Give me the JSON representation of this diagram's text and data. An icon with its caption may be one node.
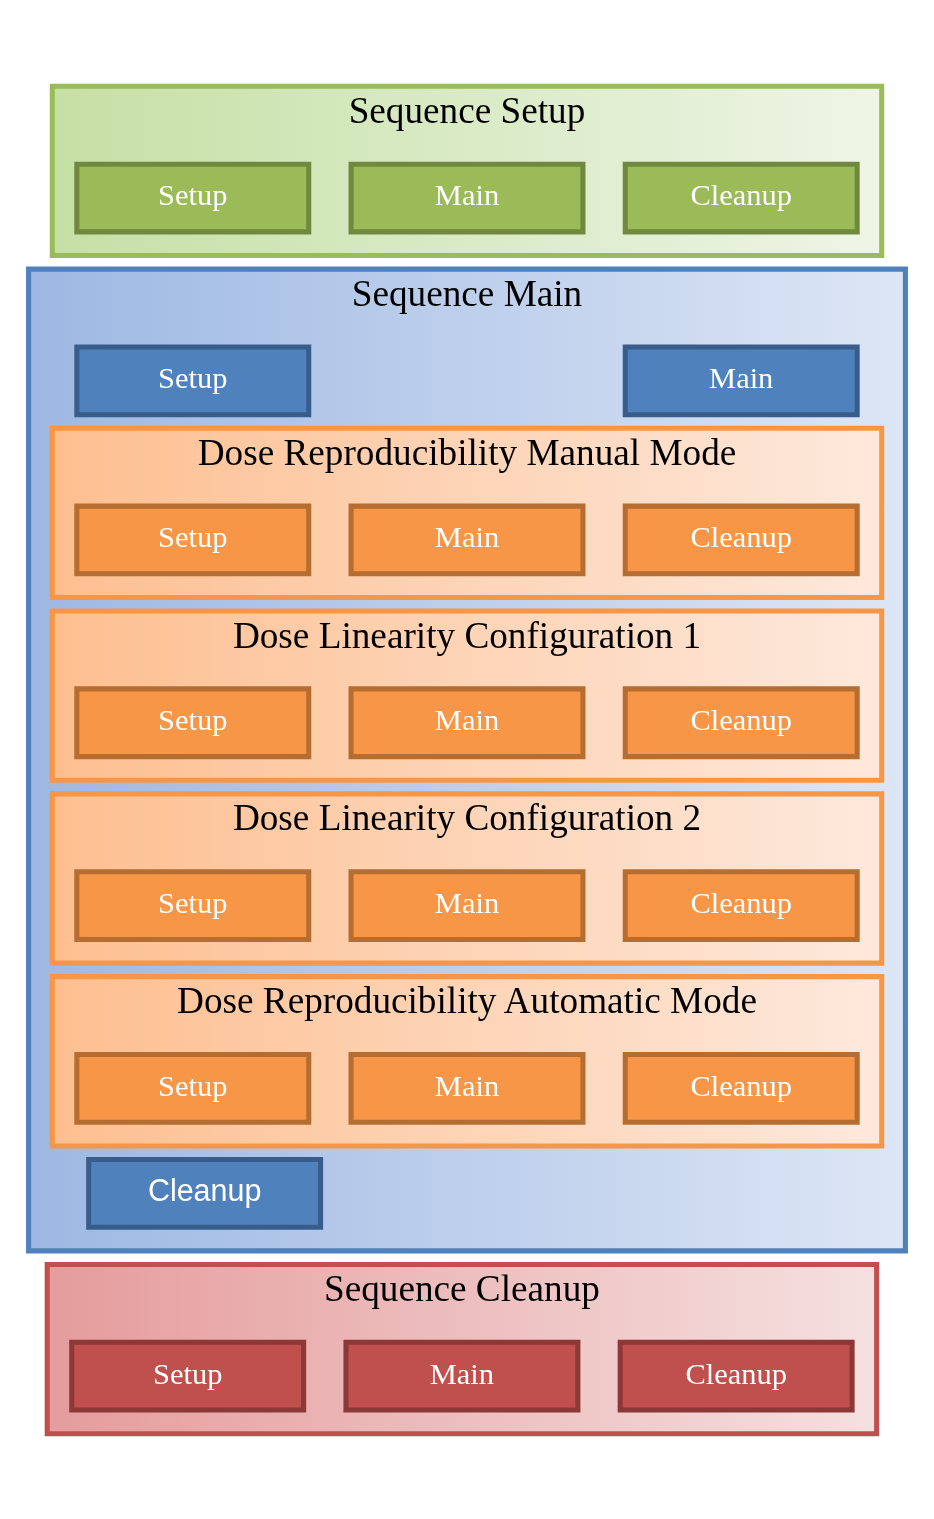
{
  "diagram": {
    "nodes": [
      {
        "text": [
          "Sequence Setup"
        ]
      },
      {
        "text": [
          "Setup"
        ],
        "in": 0
      },
      {
        "text": [
          "Main"
        ],
        "in": 0
      },
      {
        "text": [
          "Cleanup"
        ],
        "in": 0
      },
      {
        "text": [
          "Sequence Main"
        ]
      },
      {
        "text": [
          "Setup"
        ],
        "in": 4
      },
      {
        "text": [
          "Main"
        ],
        "in": 4
      },
      {
        "text": [
          "Dose Reproducibility Manual Mode"
        ],
        "in": 4
      },
      {
        "text": [
          "Setup"
        ],
        "in": 7
      },
      {
        "text": [
          "Main"
        ],
        "in": 7
      },
      {
        "text": [
          "Cleanup"
        ],
        "in": 7
      },
      {
        "text": [
          "Dose Linearity Configuration 1"
        ],
        "in": 4
      },
      {
        "text": [
          "Setup"
        ],
        "in": 11
      },
      {
        "text": [
          "Main"
        ],
        "in": 11
      },
      {
        "text": [
          "Cleanup"
        ],
        "in": 11
      },
      {
        "text": [
          "Dose Linearity Configuration 2"
        ],
        "in": 4
      },
      {
        "text": [
          "Setup"
        ],
        "in": 15
      },
      {
        "text": [
          "Main"
        ],
        "in": 15
      },
      {
        "text": [
          "Cleanup"
        ],
        "in": 15
      },
      {
        "text": [
          "Dose Reproducibility Automatic Mode"
        ],
        "in": 4
      },
      {
        "text": [
          "Setup"
        ],
        "in": 19
      },
      {
        "text": [
          "Main"
        ],
        "in": 19
      },
      {
        "text": [
          "Cleanup"
        ],
        "in": 19
      },
      {
        "text": [
          "Cleanup"
        ],
        "in": 4
      },
      {
        "text": [
          "Sequence Cleanup"
        ]
      },
      {
        "text": [
          "Setup"
        ],
        "in": 24
      },
      {
        "text": [
          "Main"
        ],
        "in": 24
      },
      {
        "text": [
          "Cleanup"
        ],
        "in": 24
      }
    ]
  }
}
